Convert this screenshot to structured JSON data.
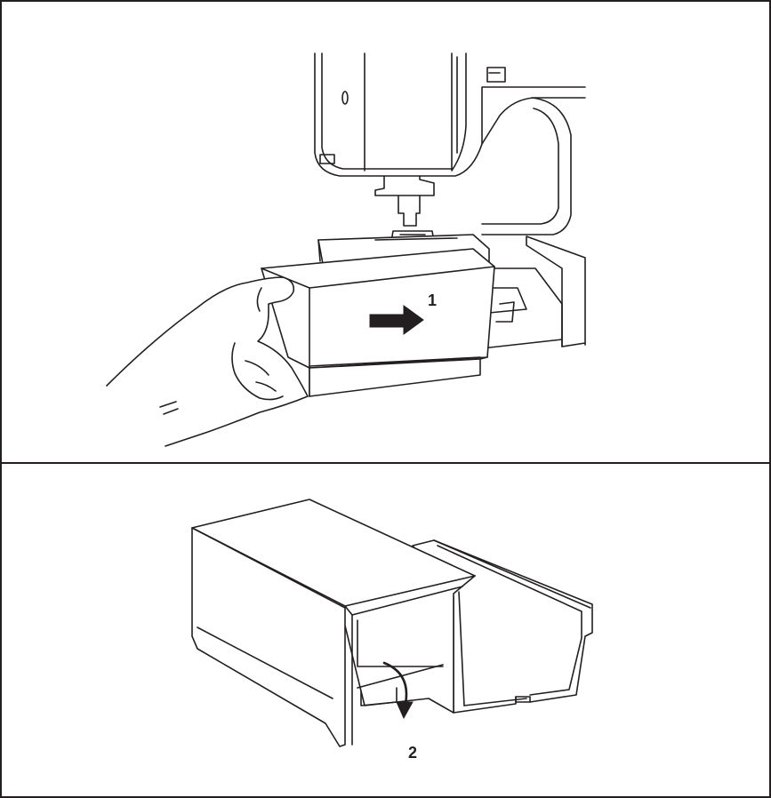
{
  "figure": {
    "steps": [
      {
        "number": "1",
        "arrow": "right-arrow"
      },
      {
        "number": "2",
        "arrow": "curved-down-arrow"
      }
    ],
    "colors": {
      "line": "#231f20",
      "background": "#ffffff"
    }
  }
}
